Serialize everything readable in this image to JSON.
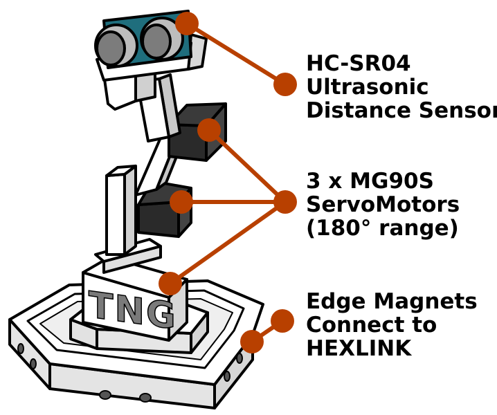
{
  "diagram": {
    "logo": "TNG",
    "labels": {
      "sensor": [
        "HC-SR04",
        "Ultrasonic",
        "Distance Sensor"
      ],
      "servos": [
        "3 x MG90S",
        "ServoMotors",
        "(180° range)"
      ],
      "magnets": [
        "Edge Magnets",
        "Connect to",
        "HEXLINK"
      ]
    },
    "colors": {
      "callout": "#b84000",
      "outline": "#000000",
      "body_white": "#ffffff",
      "body_light": "#e6e6e6",
      "body_mid": "#c8c8c8",
      "servo_dark": "#2a2a2a",
      "sensor_board": "#1f6e7d",
      "logo_gray": "#7a7a7a"
    }
  }
}
